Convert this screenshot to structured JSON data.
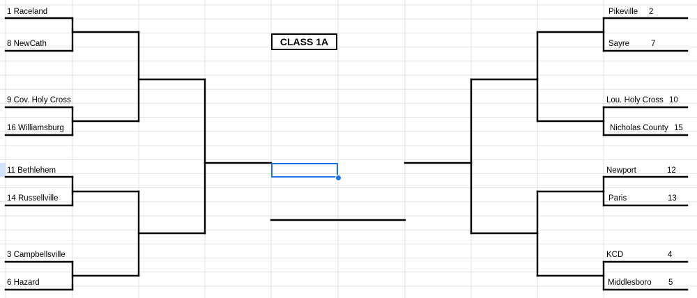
{
  "sheet": {
    "title": "CLASS 1A",
    "colors": {
      "gridline": "#e2e2e2",
      "line": "#000000",
      "selection": "#1a73e8",
      "row_highlight": "#d3e3fd"
    }
  },
  "left_teams": [
    {
      "seed": "1",
      "name": "Raceland",
      "label": "1 Raceland"
    },
    {
      "seed": "8",
      "name": "NewCath",
      "label": "8 NewCath"
    },
    {
      "seed": "9",
      "name": "Cov. Holy Cross",
      "label": "9 Cov. Holy Cross"
    },
    {
      "seed": "16",
      "name": "Williamsburg",
      "label": "16 Williamsburg"
    },
    {
      "seed": "11",
      "name": "Bethlehem",
      "label": "11 Bethlehem"
    },
    {
      "seed": "14",
      "name": "Russellville",
      "label": "14 Russellville"
    },
    {
      "seed": "3",
      "name": "Campbellsville",
      "label": "3 Campbellsville"
    },
    {
      "seed": "6",
      "name": "Hazard",
      "label": "6 Hazard"
    }
  ],
  "right_teams": [
    {
      "name": "Pikeville",
      "seed": "2"
    },
    {
      "name": "Sayre",
      "seed": "7"
    },
    {
      "name": "Lou. Holy Cross",
      "seed": "10"
    },
    {
      "name": "Nicholas County",
      "seed": "15"
    },
    {
      "name": "Newport",
      "seed": "12"
    },
    {
      "name": "Paris",
      "seed": "13"
    },
    {
      "name": "KCD",
      "seed": "4"
    },
    {
      "name": "Middlesboro",
      "seed": "5"
    }
  ]
}
